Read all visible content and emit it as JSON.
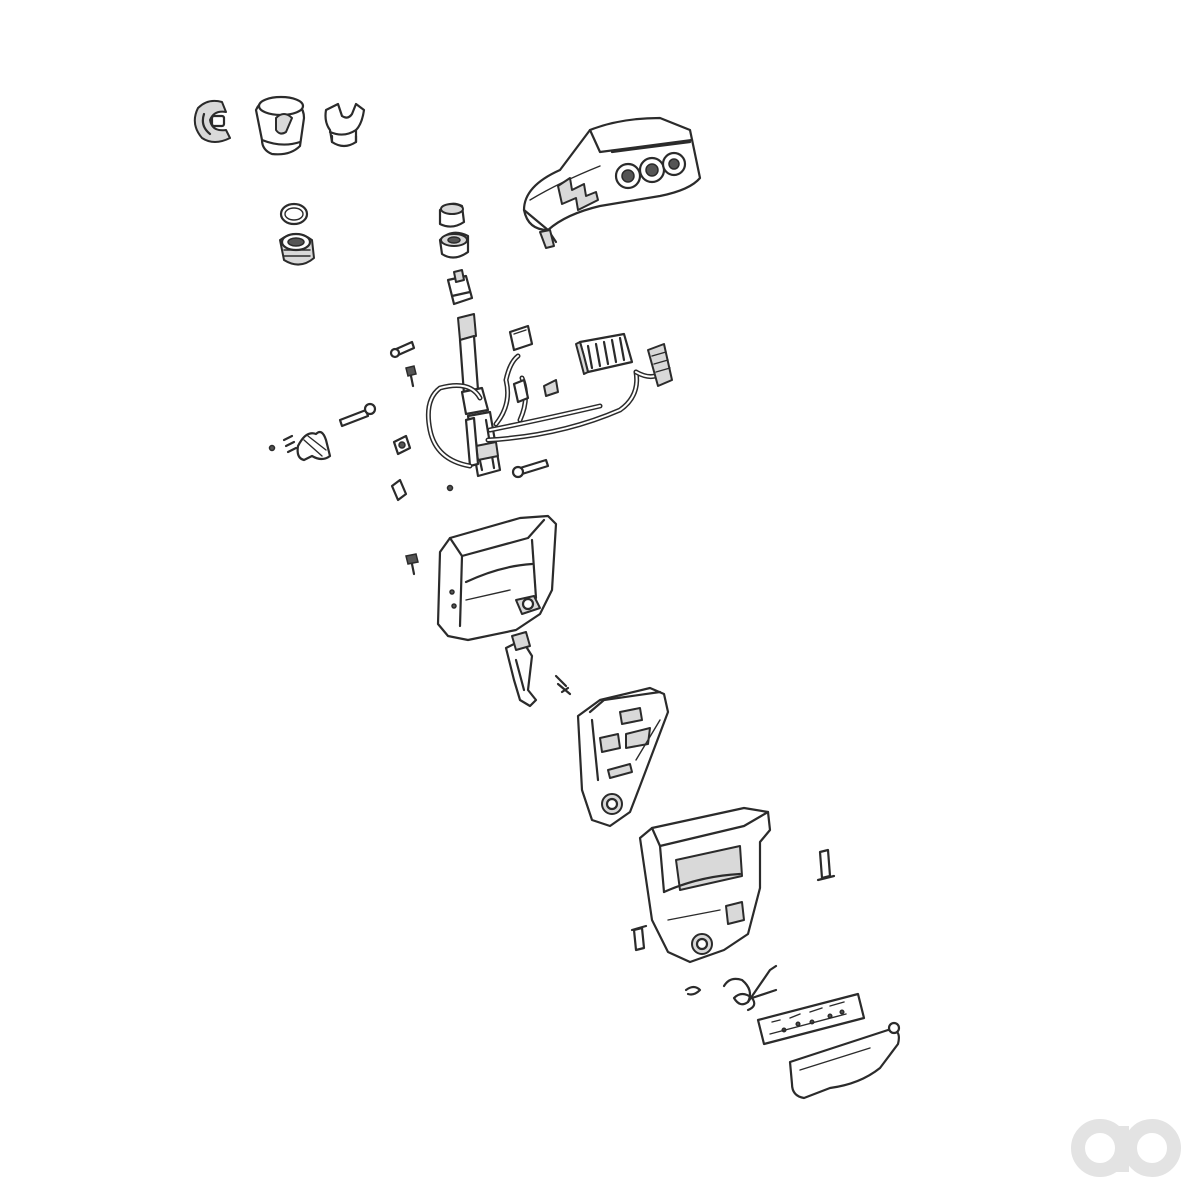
{
  "diagram": {
    "type": "exploded-parts-view",
    "line_color": "#2b2b2b",
    "shade_color": "#d9d9d9",
    "background": "#ffffff"
  },
  "parts": [
    {
      "id": "cable-clip",
      "icon": "clip-icon"
    },
    {
      "id": "shift-knob",
      "icon": "knob-icon"
    },
    {
      "id": "knob-adapter",
      "icon": "adapter-icon"
    },
    {
      "id": "o-ring",
      "icon": "ring-icon"
    },
    {
      "id": "bushing",
      "icon": "bushing-icon"
    },
    {
      "id": "cap-nut",
      "icon": "nut-icon"
    },
    {
      "id": "collar",
      "icon": "collar-icon"
    },
    {
      "id": "switch-button",
      "icon": "button-icon"
    },
    {
      "id": "shifter-cover-panel",
      "icon": "panel-icon"
    },
    {
      "id": "shift-lever-harness",
      "icon": "lever-icon"
    },
    {
      "id": "wiring-connectors",
      "icon": "connector-icon"
    },
    {
      "id": "bolts-pins-springs",
      "icon": "bolt-icon"
    },
    {
      "id": "housing-cover",
      "icon": "housing-icon"
    },
    {
      "id": "detent-lever",
      "icon": "detent-icon"
    },
    {
      "id": "gate-plate",
      "icon": "plate-icon"
    },
    {
      "id": "base-bracket",
      "icon": "bracket-icon"
    },
    {
      "id": "return-spring",
      "icon": "spring-icon"
    },
    {
      "id": "circuit-board",
      "icon": "board-icon"
    },
    {
      "id": "bottom-cover",
      "icon": "cover-icon"
    }
  ],
  "watermark": {
    "icon": "brand-logo-icon",
    "color": "#e3e3e3"
  }
}
